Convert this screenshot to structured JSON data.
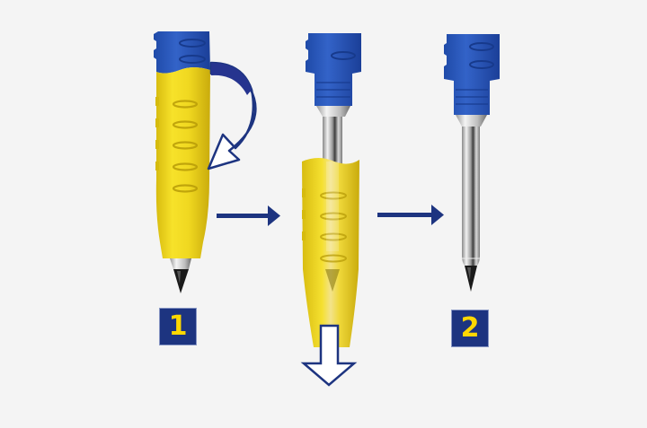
{
  "diagram": {
    "type": "instruction-steps",
    "subject": "mechanical pencil grip sleeve removal",
    "background_color": "#f4f4f4",
    "colors": {
      "cap_blue": "#2a55b8",
      "cap_blue_dark": "#1c3f99",
      "grip_yellow": "#f0d820",
      "grip_yellow_dark": "#c8ac10",
      "arrow_navy": "#1d3480",
      "badge_bg": "#1d3480",
      "badge_text": "#ffd800",
      "metal": "#c8c8c8",
      "lead": "#1a1a1a"
    },
    "panels": [
      {
        "id": "pencil-with-grip",
        "description": "Pencil with yellow grip sleeve attached, curved twist arrow"
      },
      {
        "id": "sleeve-sliding-off",
        "description": "Yellow grip sleeve sliding down off the metal shaft, downward arrow"
      },
      {
        "id": "pencil-without-grip",
        "description": "Pencil with bare metal shaft"
      }
    ],
    "arrows": [
      {
        "id": "twist-arrow",
        "kind": "curved",
        "meaning": "twist"
      },
      {
        "id": "step-arrow-1",
        "kind": "right"
      },
      {
        "id": "pull-down-arrow",
        "kind": "down",
        "meaning": "pull off"
      },
      {
        "id": "step-arrow-2",
        "kind": "right"
      }
    ],
    "badges": [
      {
        "label": "1"
      },
      {
        "label": "2"
      }
    ]
  }
}
